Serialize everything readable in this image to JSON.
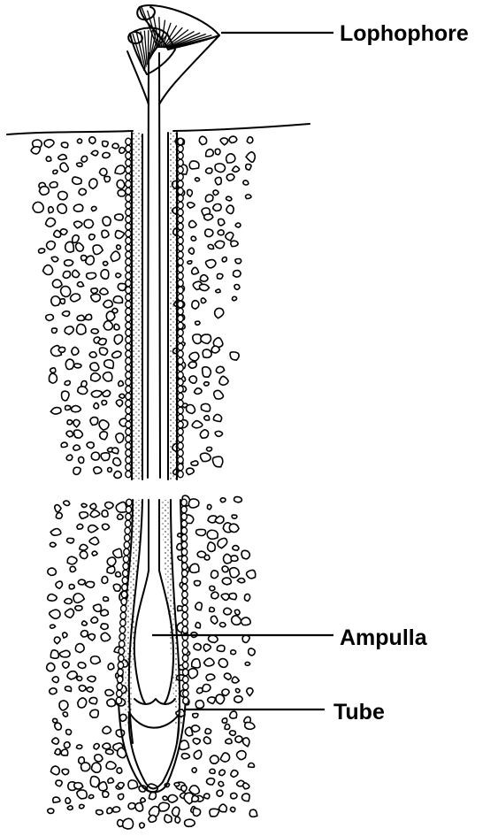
{
  "labels": {
    "lophophore": "Lophophore",
    "ampulla": "Ampulla",
    "tube": "Tube"
  },
  "colors": {
    "ink": "#000000",
    "background": "#ffffff"
  }
}
